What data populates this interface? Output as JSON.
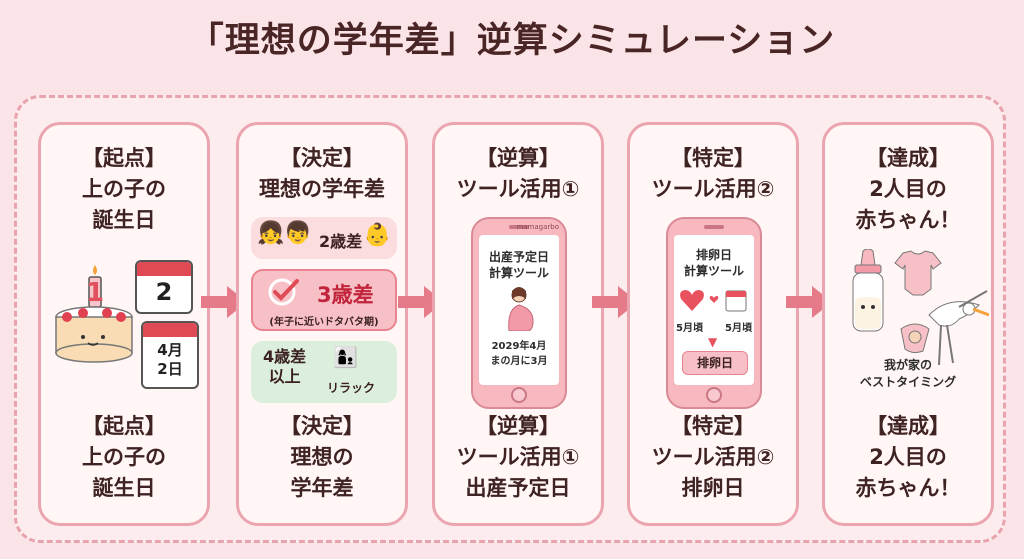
{
  "title": "「理想の学年差」逆算シミュレーション",
  "steps": [
    {
      "head": [
        "【起点】",
        "上の子の",
        "誕生日"
      ],
      "foot": [
        "【起点】",
        "上の子の",
        "誕生日"
      ],
      "calendar_top": "2",
      "calendar_bottom": [
        "4月",
        "2日"
      ]
    },
    {
      "head": [
        "【決定】",
        "理想の学年差"
      ],
      "foot": [
        "【決定】",
        "理想の",
        "学年差"
      ],
      "options": [
        {
          "label": "2歳差"
        },
        {
          "label": "3歳差",
          "note": "(年子に近いドタバタ期)"
        },
        {
          "label": "4歳差",
          "label2": "以上",
          "note": "リラック"
        }
      ]
    },
    {
      "head": [
        "【逆算】",
        "ツール活用①"
      ],
      "foot": [
        "【逆算】",
        "ツール活用①",
        "出産予定日"
      ],
      "phone_brand": "mamagarbo",
      "phone_title": [
        "出産予定日",
        "計算ツール"
      ],
      "phone_result": [
        "2029年4月",
        "まの月に3月"
      ]
    },
    {
      "head": [
        "【特定】",
        "ツール活用②"
      ],
      "foot": [
        "【特定】",
        "ツール活用②",
        "排卵日"
      ],
      "phone_title": [
        "排卵日",
        "計算ツール"
      ],
      "phone_left": "5月頃",
      "phone_right": "5月頃",
      "phone_button": "排卵日"
    },
    {
      "head": [
        "【達成】",
        "2人目の",
        "赤ちゃん！"
      ],
      "foot": [
        "【達成】",
        "2人目の",
        "赤ちゃん！"
      ],
      "caption": [
        "我が家の",
        "ベストタイミング"
      ]
    }
  ],
  "colors": {
    "accent": "#e8848f",
    "card_border": "#eba5b0",
    "arrow": "#e57b89"
  }
}
